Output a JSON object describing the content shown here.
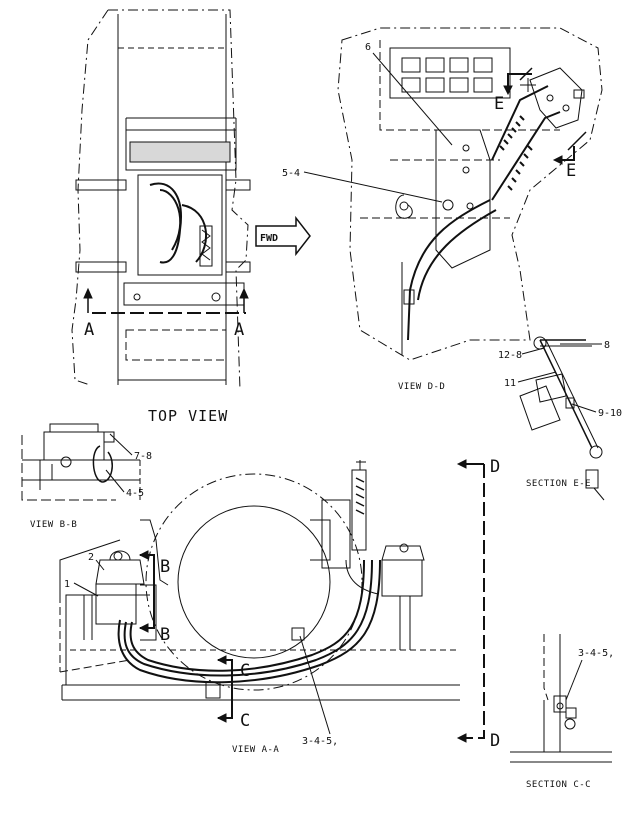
{
  "figure": {
    "views": {
      "top_view": "TOP VIEW",
      "view_dd": "VIEW D-D",
      "view_bb": "VIEW B-B",
      "view_aa": "VIEW A-A",
      "section_ee": "SECTION E-E",
      "section_cc": "SECTION C-C"
    },
    "direction_arrow": "FWD",
    "section_markers": {
      "a_left": "A",
      "a_right": "A",
      "b_top": "B",
      "b_bottom": "B",
      "c_top": "C",
      "c_bottom": "C",
      "d_top": "D",
      "d_bottom": "D",
      "e_top": "E",
      "e_bottom": "E"
    },
    "callouts": {
      "c1": "1",
      "c2": "2",
      "c6": "6",
      "c5_4": "5-4",
      "c7_8": "7-8",
      "c4_5": "4-5",
      "c8": "8",
      "c12_8": "12-8",
      "c11": "11",
      "c9_10": "9-10",
      "c3_4_5_aa": "3-4-5,",
      "c3_4_5_cc": "3-4-5,"
    }
  }
}
